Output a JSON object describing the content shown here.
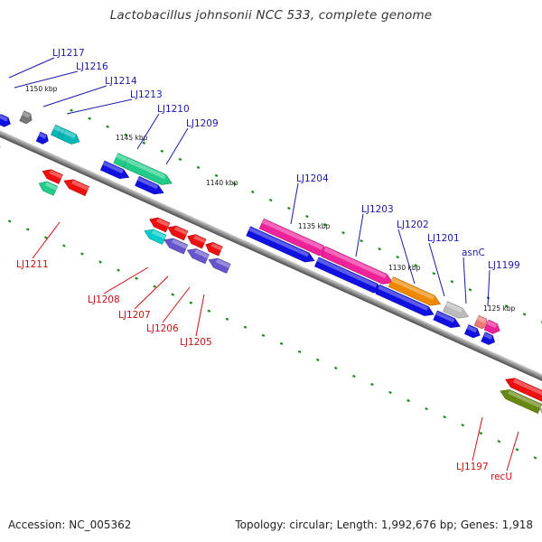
{
  "title": "Lactobacillus johnsonii NCC 533, complete genome",
  "footer": {
    "accession": "Accession: NC_005362",
    "summary": "Topology: circular; Length: 1,992,676 bp; Genes: 1,918"
  },
  "colors": {
    "backbone": "#8a8a8a",
    "tick": "#1a8a1a",
    "forward_label": "#1a1aa8",
    "reverse_label": "#cc1111",
    "cds_blue": "#1010e0",
    "cds_red": "#ee1010"
  },
  "positions": [
    {
      "text": "1150 kbp"
    },
    {
      "text": "1145 kbp"
    },
    {
      "text": "1140 kbp"
    },
    {
      "text": "1135 kbp"
    },
    {
      "text": "1130 kbp"
    },
    {
      "text": "1125 kbp"
    }
  ],
  "forward_genes": [
    {
      "name": "LJ1217",
      "color": "#777777"
    },
    {
      "name": "LJ1216",
      "color": "#00b8b8"
    },
    {
      "name": "LJ1214",
      "color": "#00b8b8"
    },
    {
      "name": "LJ1213",
      "color": "#00b8b8"
    },
    {
      "name": "LJ1210",
      "color": "#22cc88"
    },
    {
      "name": "LJ1209",
      "color": "#22cc88"
    },
    {
      "name": "LJ1204",
      "color": "#ee2299"
    },
    {
      "name": "LJ1203",
      "color": "#ee2299"
    },
    {
      "name": "LJ1202",
      "color": "#ee8800"
    },
    {
      "name": "LJ1201",
      "color": "#bbbbbb"
    },
    {
      "name": "asnC",
      "color": "#ee7777"
    },
    {
      "name": "LJ1199",
      "color": "#ee2299"
    }
  ],
  "reverse_genes": [
    {
      "name": "LJ1211",
      "color": "#22cc88"
    },
    {
      "name": "LJ1208",
      "color": "#00cccc"
    },
    {
      "name": "LJ1207",
      "color": "#6655cc"
    },
    {
      "name": "LJ1206",
      "color": "#6655cc"
    },
    {
      "name": "LJ1205",
      "color": "#6655cc"
    },
    {
      "name": "LJ1197",
      "color": "#668811"
    },
    {
      "name": "recU",
      "color": "#bbbbbb"
    }
  ]
}
